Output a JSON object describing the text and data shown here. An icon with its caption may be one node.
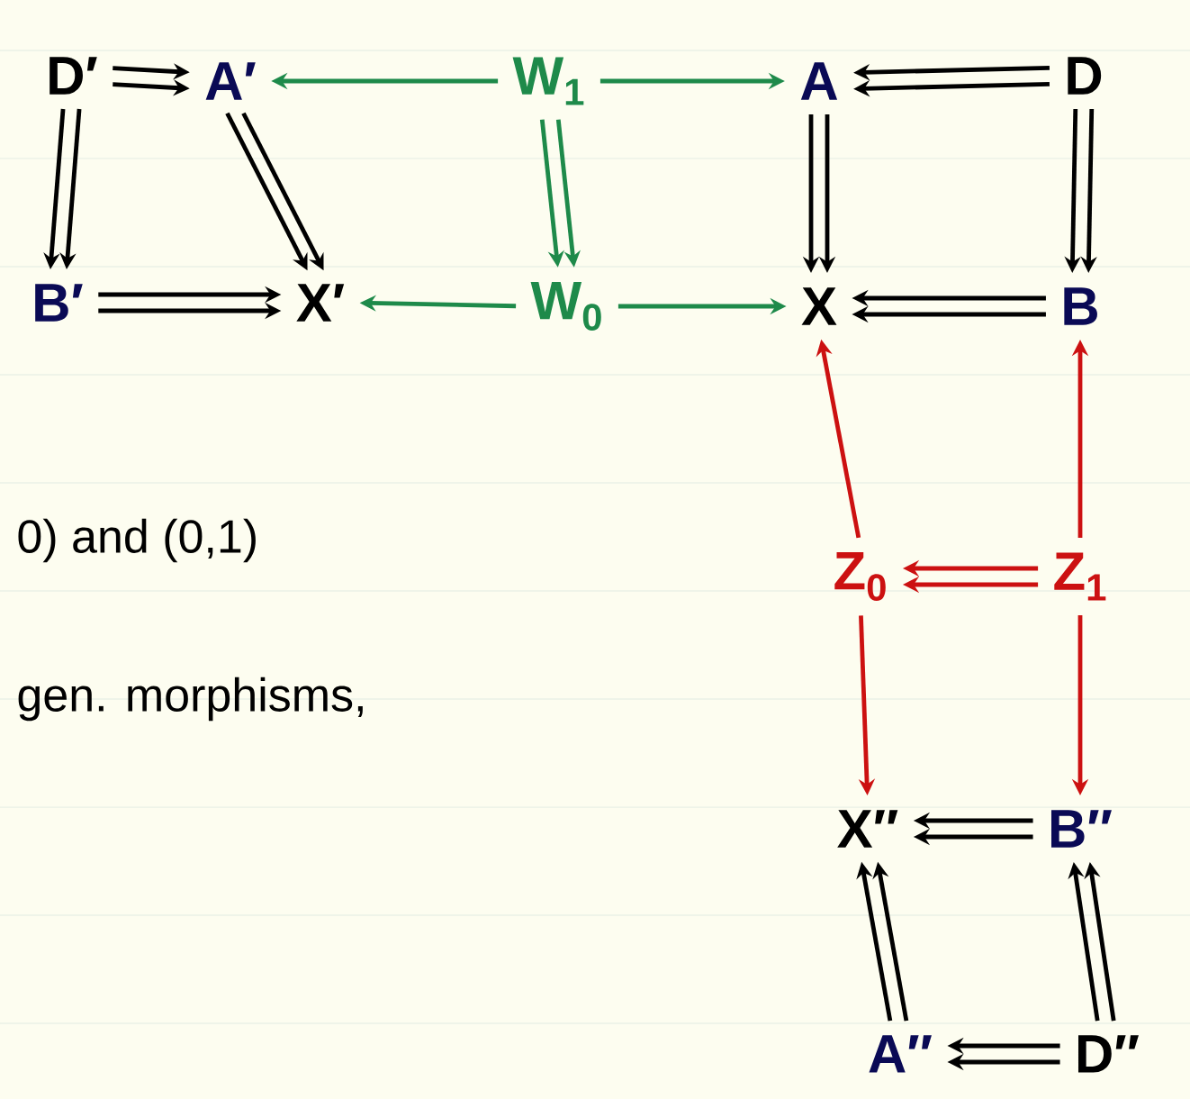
{
  "diagram": {
    "nodes": [
      {
        "text": [
          "D′"
        ]
      },
      {
        "text": [
          "A′"
        ]
      },
      {
        "text": [
          "W$_{1}$"
        ]
      },
      {
        "text": [
          "A"
        ]
      },
      {
        "text": [
          "D"
        ]
      },
      {
        "text": [
          "B′"
        ]
      },
      {
        "text": [
          "X′"
        ]
      },
      {
        "text": [
          "W$_{0}$"
        ]
      },
      {
        "text": [
          "X"
        ]
      },
      {
        "text": [
          "B"
        ]
      },
      {
        "text": [
          "Z$_{0}$"
        ]
      },
      {
        "text": [
          "Z$_{1}$"
        ]
      },
      {
        "text": [
          "X″"
        ]
      },
      {
        "text": [
          "B″"
        ]
      },
      {
        "text": [
          "A″"
        ]
      },
      {
        "text": [
          "D″"
        ]
      }
    ],
    "edges": [
      {
        "from": 0,
        "to": 1,
        "arrow": "to"
      },
      {
        "from": 0,
        "to": 1,
        "arrow": "to"
      },
      {
        "from": 2,
        "to": 1,
        "arrow": "to",
        "color": "#1e8a4a"
      },
      {
        "from": 2,
        "to": 3,
        "arrow": "to",
        "color": "#1e8a4a"
      },
      {
        "from": 4,
        "to": 3,
        "arrow": "to"
      },
      {
        "from": 4,
        "to": 3,
        "arrow": "to"
      },
      {
        "from": 0,
        "to": 5,
        "arrow": "to"
      },
      {
        "from": 0,
        "to": 5,
        "arrow": "to"
      },
      {
        "from": 1,
        "to": 6,
        "arrow": "to"
      },
      {
        "from": 1,
        "to": 6,
        "arrow": "to"
      },
      {
        "from": 2,
        "to": 7,
        "arrow": "to",
        "color": "#1e8a4a"
      },
      {
        "from": 2,
        "to": 7,
        "arrow": "to",
        "color": "#1e8a4a"
      },
      {
        "from": 3,
        "to": 8,
        "arrow": "to"
      },
      {
        "from": 3,
        "to": 8,
        "arrow": "to"
      },
      {
        "from": 4,
        "to": 9,
        "arrow": "to"
      },
      {
        "from": 4,
        "to": 9,
        "arrow": "to"
      },
      {
        "from": 5,
        "to": 6,
        "arrow": "to"
      },
      {
        "from": 5,
        "to": 6,
        "arrow": "to"
      },
      {
        "from": 7,
        "to": 6,
        "arrow": "to",
        "color": "#1e8a4a"
      },
      {
        "from": 7,
        "to": 8,
        "arrow": "to",
        "color": "#1e8a4a"
      },
      {
        "from": 9,
        "to": 8,
        "arrow": "to"
      },
      {
        "from": 9,
        "to": 8,
        "arrow": "to"
      },
      {
        "from": 10,
        "to": 8,
        "arrow": "to",
        "color": "#cc1111"
      },
      {
        "from": 11,
        "to": 9,
        "arrow": "to",
        "color": "#cc1111"
      },
      {
        "from": 11,
        "to": 10,
        "arrow": "to",
        "color": "#cc1111"
      },
      {
        "from": 11,
        "to": 10,
        "arrow": "to",
        "color": "#cc1111"
      },
      {
        "from": 10,
        "to": 12,
        "arrow": "to",
        "color": "#cc1111"
      },
      {
        "from": 11,
        "to": 13,
        "arrow": "to",
        "color": "#cc1111"
      },
      {
        "from": 13,
        "to": 12,
        "arrow": "to"
      },
      {
        "from": 13,
        "to": 12,
        "arrow": "to"
      },
      {
        "from": 14,
        "to": 12,
        "arrow": "to"
      },
      {
        "from": 14,
        "to": 12,
        "arrow": "to"
      },
      {
        "from": 15,
        "to": 13,
        "arrow": "to"
      },
      {
        "from": 15,
        "to": 13,
        "arrow": "to"
      },
      {
        "from": 15,
        "to": 14,
        "arrow": "to"
      },
      {
        "from": 15,
        "to": 14,
        "arrow": "to"
      }
    ],
    "labels": [
      "0) and (0,1)",
      "gen. morphisms,"
    ]
  }
}
